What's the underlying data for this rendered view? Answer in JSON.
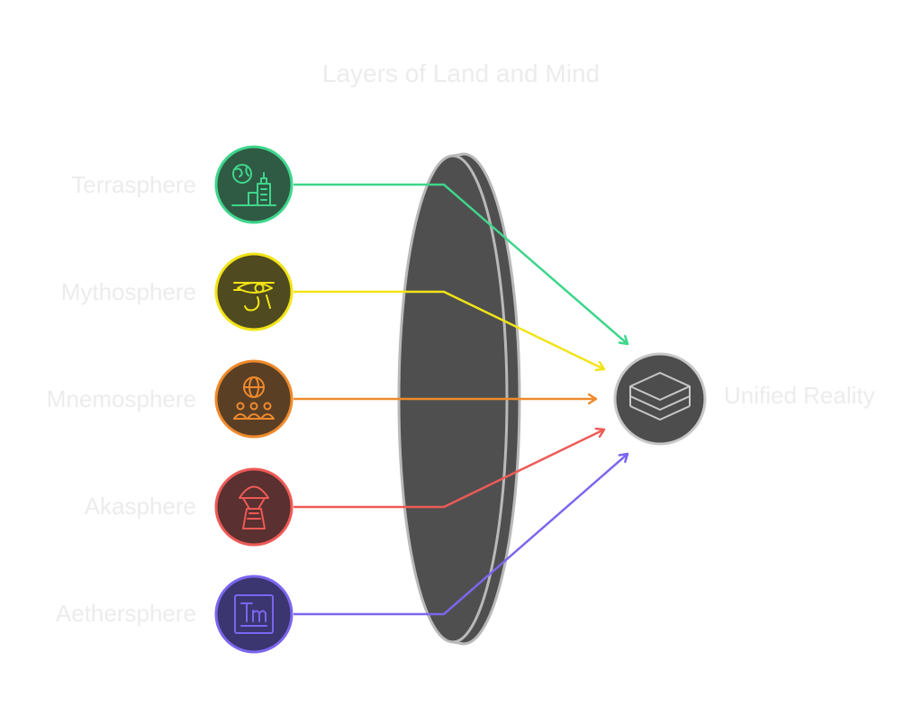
{
  "title": "Layers of Land and Mind",
  "layers": [
    {
      "label": "Terrasphere",
      "color": "#3fd68c",
      "fill": "#2f5a44",
      "icon": "globe-city-icon"
    },
    {
      "label": "Mythosphere",
      "color": "#f2e416",
      "fill": "#4f4a1f",
      "icon": "eye-of-horus-icon"
    },
    {
      "label": "Mnemosphere",
      "color": "#f08a2c",
      "fill": "#5a3f25",
      "icon": "globe-people-icon"
    },
    {
      "label": "Akasphere",
      "color": "#ee5a56",
      "fill": "#5a3030",
      "icon": "parachute-capsule-icon"
    },
    {
      "label": "Aethersphere",
      "color": "#7b66ee",
      "fill": "#3b3570",
      "icon": "trademark-icon"
    }
  ],
  "result": {
    "label": "Unified Reality",
    "icon": "layers-stack-icon",
    "fill": "#4d4d4d",
    "stroke": "#c8c8c8"
  },
  "lens": {
    "fill": "#4f4f4f",
    "stroke": "#b9b9b9"
  }
}
